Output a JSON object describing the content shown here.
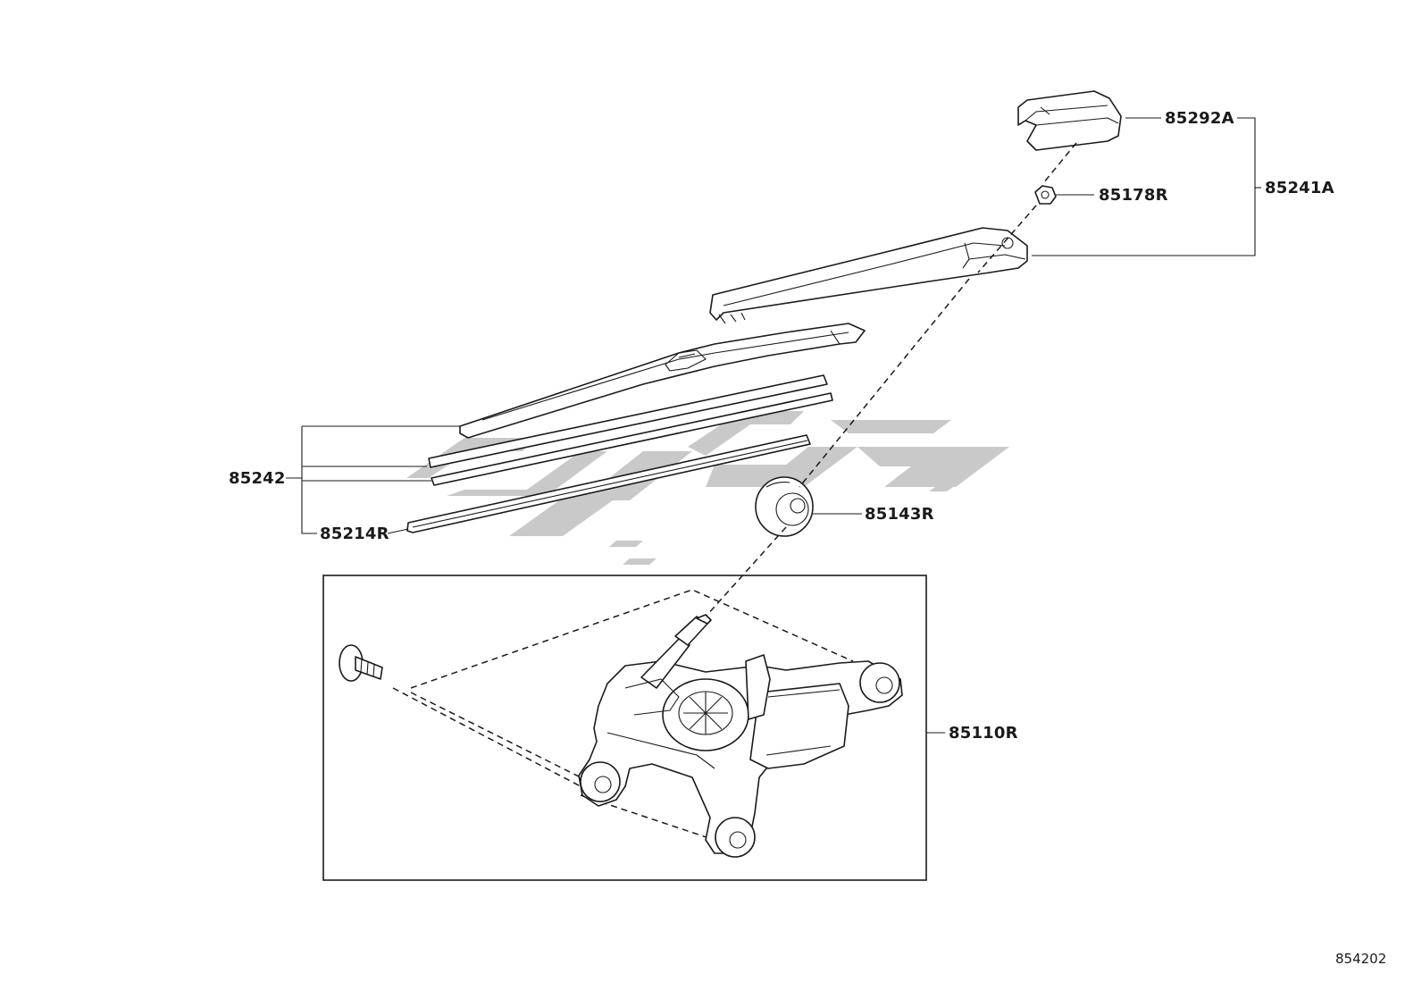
{
  "diagram": {
    "figure_number": "854202",
    "labels": {
      "p85292A": "85292A",
      "p85178R": "85178R",
      "p85241A": "85241A",
      "p85242": "85242",
      "p85214R": "85214R",
      "p85143R": "85143R",
      "p85110R": "85110R"
    },
    "watermark_color": "#c9c9c9",
    "line_color": "#1a1a1a"
  }
}
